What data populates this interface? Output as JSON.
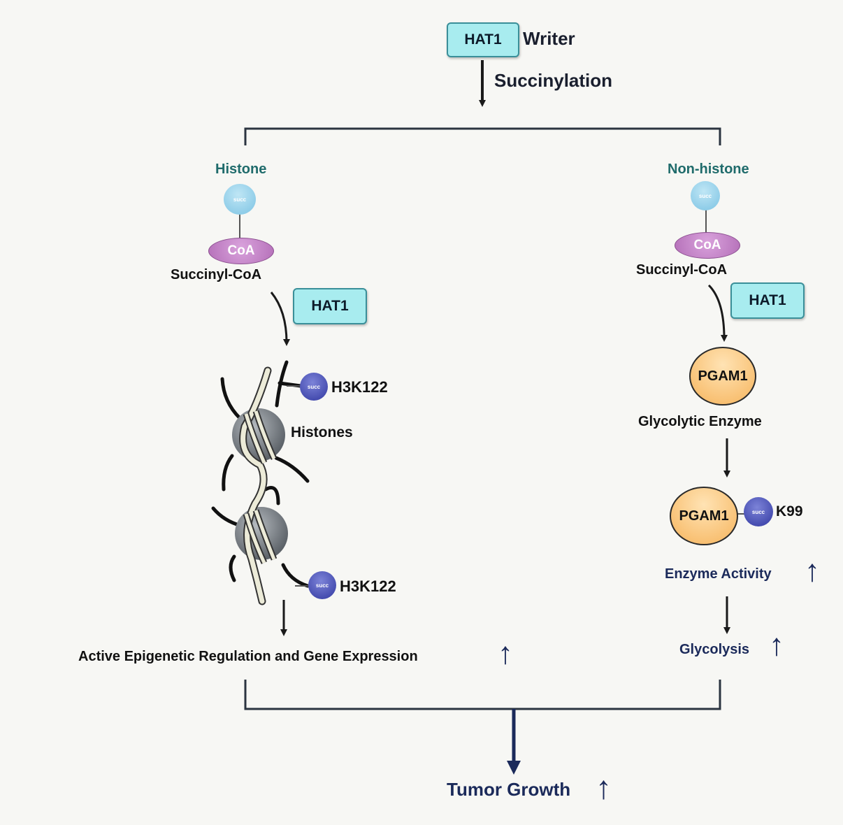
{
  "top": {
    "enzyme_box": "HAT1",
    "role": "Writer",
    "process": "Succinylation"
  },
  "left_branch": {
    "heading": "Histone",
    "succ_mark": "succ",
    "coa": "CoA",
    "substrate": "Succinyl-CoA",
    "enzyme_box": "HAT1",
    "site_top": "H3K122",
    "histones_label": "Histones",
    "site_bottom": "H3K122",
    "outcome": "Active Epigenetic Regulation and Gene Expression",
    "up_arrow": "↑"
  },
  "right_branch": {
    "heading": "Non-histone",
    "succ_mark": "succ",
    "coa": "CoA",
    "substrate": "Succinyl-CoA",
    "enzyme_box": "HAT1",
    "protein": "PGAM1",
    "protein_desc": "Glycolytic Enzyme",
    "protein_modified": "PGAM1",
    "site": "K99",
    "activity": "Enzyme Activity",
    "activity_up": "↑",
    "pathway": "Glycolysis",
    "pathway_up": "↑"
  },
  "result": {
    "text": "Tumor Growth",
    "up_arrow": "↑"
  },
  "colors": {
    "heading_teal": "#1f6b6b",
    "navy": "#1b2a5a",
    "box_fill": "#a8ecef",
    "pgam_fill": "#f6b45c",
    "coa_fill": "#b46fb8"
  }
}
